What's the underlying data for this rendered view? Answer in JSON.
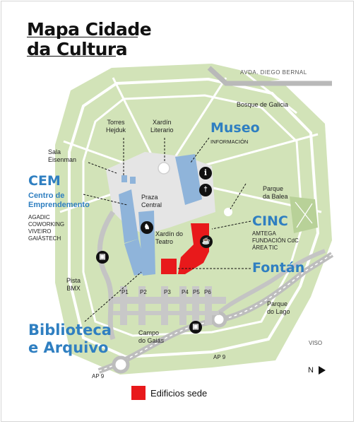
{
  "title": {
    "line1": "Mapa Cidade",
    "line2": "da Cultura"
  },
  "roads": {
    "avenue": "AVDA. DIEGO BERNAL",
    "viso": "VISO",
    "ap9_left": "AP 9",
    "ap9_right": "AP 9"
  },
  "places": {
    "bosque": "Bosque de Galicia",
    "torres": [
      "Torres",
      "Hejduk"
    ],
    "xardin_literario": [
      "Xardín",
      "Literario"
    ],
    "sala": [
      "Sala",
      "Eisenman"
    ],
    "praza": [
      "Praza",
      "Central"
    ],
    "xardin_teatro": [
      "Xardín do",
      "Teatro"
    ],
    "parque_balea": [
      "Parque",
      "da Balea"
    ],
    "pista": [
      "Pista",
      "BMX"
    ],
    "parque_lago": [
      "Parque",
      "do Lago"
    ],
    "campo": [
      "Campo",
      "do Gaiás"
    ]
  },
  "buildings": {
    "museo": {
      "name": "Museo",
      "sub": "INFORMACIÓN"
    },
    "cem": {
      "name": "CEM",
      "sub": [
        "Centro de",
        "Emprendemento"
      ],
      "list": [
        "AGADIC",
        "COWORKING",
        "VIVEIRO",
        "GAIÁSTECH"
      ]
    },
    "cinc": {
      "name": "CINC",
      "list": [
        "AMTEGA",
        "FUNDACIÓN CdC",
        "ÁREA TIC"
      ]
    },
    "fontan": {
      "name": "Fontán"
    },
    "biblioteca": {
      "name": [
        "Biblioteca",
        "e Arquivo"
      ]
    }
  },
  "parking": [
    "P1",
    "P2",
    "P3",
    "P4",
    "P5",
    "P6"
  ],
  "icons": [
    "info-icon",
    "restaurant-icon",
    "coffee-icon",
    "accessibility-icon",
    "bus-icon"
  ],
  "legend": {
    "label": "Edificios sede"
  },
  "north": {
    "label": "N"
  },
  "colors": {
    "green": "#d2e3b8",
    "green_dark": "#b8d198",
    "road": "#c8c8c8",
    "building_blue": "#8fb4da",
    "accent_blue": "#2f7fc1",
    "sede_red": "#e8191b"
  }
}
